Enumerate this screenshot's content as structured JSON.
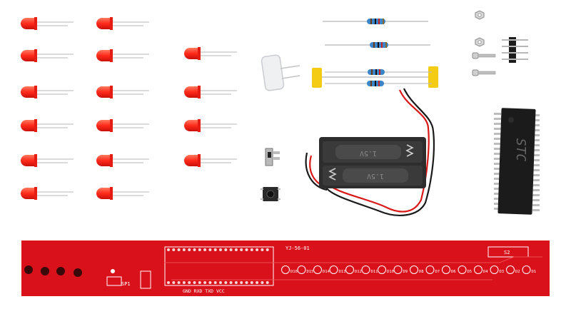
{
  "scene": {
    "subject": "electronics-kit-components-laid-out-on-white",
    "led_count": 16,
    "resistor_count": 4,
    "capacitor_count": 1,
    "connector_pin_count": 4
  },
  "markings": {
    "chip_brand": "STC",
    "battery_label_top": "1.5V",
    "battery_label_bottom": "1.5V",
    "pcb_version": "YJ-56-01",
    "pcb_header_pins": "GND  RXD  TXD  VCC",
    "pcb_switch_label": "S2",
    "pcb_power_label": "SP1",
    "pcb_led_labels": [
      "D16",
      "D15",
      "D14",
      "D13",
      "D12",
      "D11",
      "D10",
      "D9",
      "D8",
      "D7",
      "D6",
      "D5",
      "D4",
      "D3",
      "D2",
      "D1"
    ]
  },
  "colors": {
    "pcb": "#d8111b",
    "led": "#ff2a1a",
    "capacitor": "#f5cc14",
    "resistor_body": "#3a86c8",
    "battery_holder": "#2a2a2a",
    "wire_red": "#d91818",
    "wire_black": "#1a1a1a"
  }
}
